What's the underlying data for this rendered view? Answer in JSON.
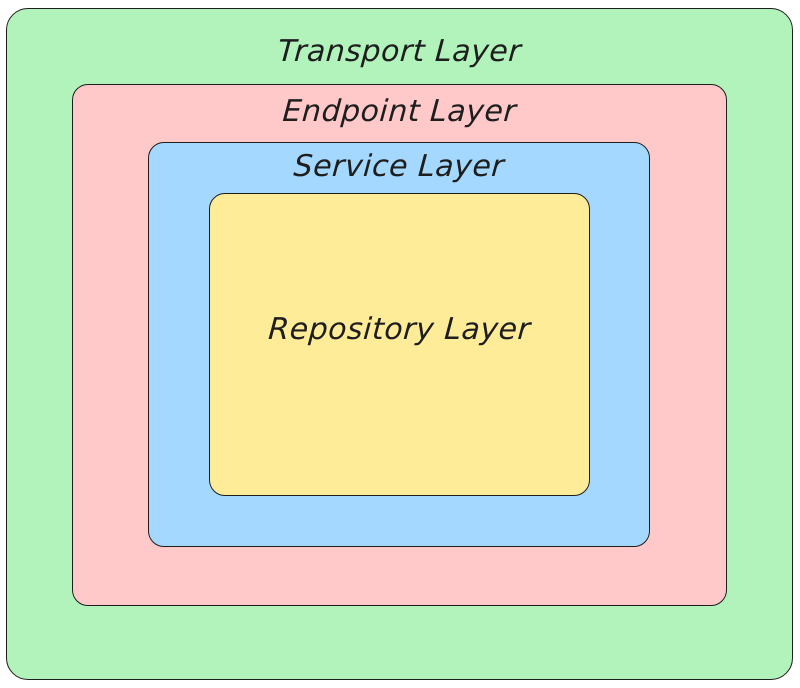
{
  "diagram": {
    "layers": [
      {
        "id": "transport",
        "label": "Transport Layer",
        "color": "#b2f2bb"
      },
      {
        "id": "endpoint",
        "label": "Endpoint Layer",
        "color": "#ffc9c9"
      },
      {
        "id": "service",
        "label": "Service Layer",
        "color": "#a5d8ff"
      },
      {
        "id": "repository",
        "label": "Repository Layer",
        "color": "#ffec99"
      }
    ]
  }
}
